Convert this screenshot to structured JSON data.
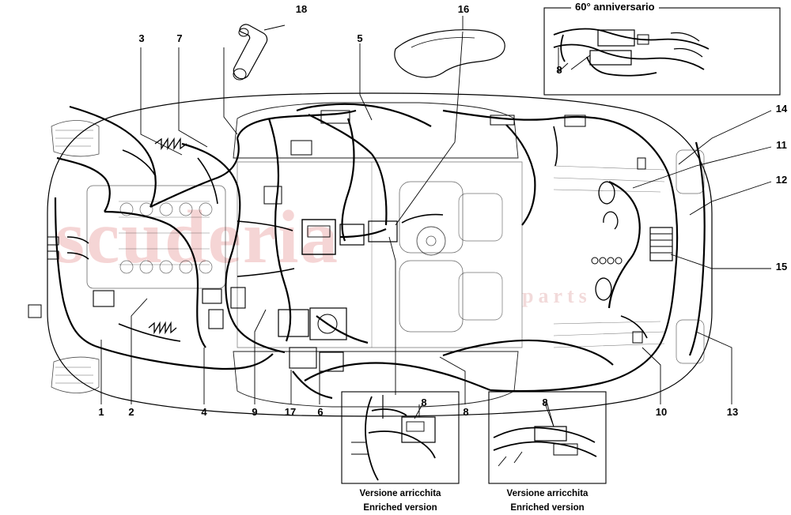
{
  "diagram": {
    "title_anniversary": "60° anniversario",
    "watermark_main": "scuderia",
    "watermark_sub": "parts",
    "callouts": [
      {
        "id": "1",
        "label": "1"
      },
      {
        "id": "2",
        "label": "2"
      },
      {
        "id": "3",
        "label": "3"
      },
      {
        "id": "4",
        "label": "4"
      },
      {
        "id": "5",
        "label": "5"
      },
      {
        "id": "6",
        "label": "6"
      },
      {
        "id": "7",
        "label": "7"
      },
      {
        "id": "8a",
        "label": "8"
      },
      {
        "id": "8b",
        "label": "8"
      },
      {
        "id": "8c",
        "label": "8"
      },
      {
        "id": "8d",
        "label": "8"
      },
      {
        "id": "9",
        "label": "9"
      },
      {
        "id": "10",
        "label": "10"
      },
      {
        "id": "11",
        "label": "11"
      },
      {
        "id": "12",
        "label": "12"
      },
      {
        "id": "13",
        "label": "13"
      },
      {
        "id": "14",
        "label": "14"
      },
      {
        "id": "15",
        "label": "15"
      },
      {
        "id": "16",
        "label": "16"
      },
      {
        "id": "17",
        "label": "17"
      },
      {
        "id": "18",
        "label": "18"
      }
    ],
    "insets": [
      {
        "id": "inset-center",
        "caption_it": "Versione arricchita",
        "caption_en": "Enriched version",
        "callout": "8"
      },
      {
        "id": "inset-right",
        "caption_it": "Versione arricchita",
        "caption_en": "Enriched version",
        "callout": "8"
      },
      {
        "id": "inset-anniversary",
        "caption_it": "60° anniversario",
        "callout": "8"
      }
    ]
  }
}
